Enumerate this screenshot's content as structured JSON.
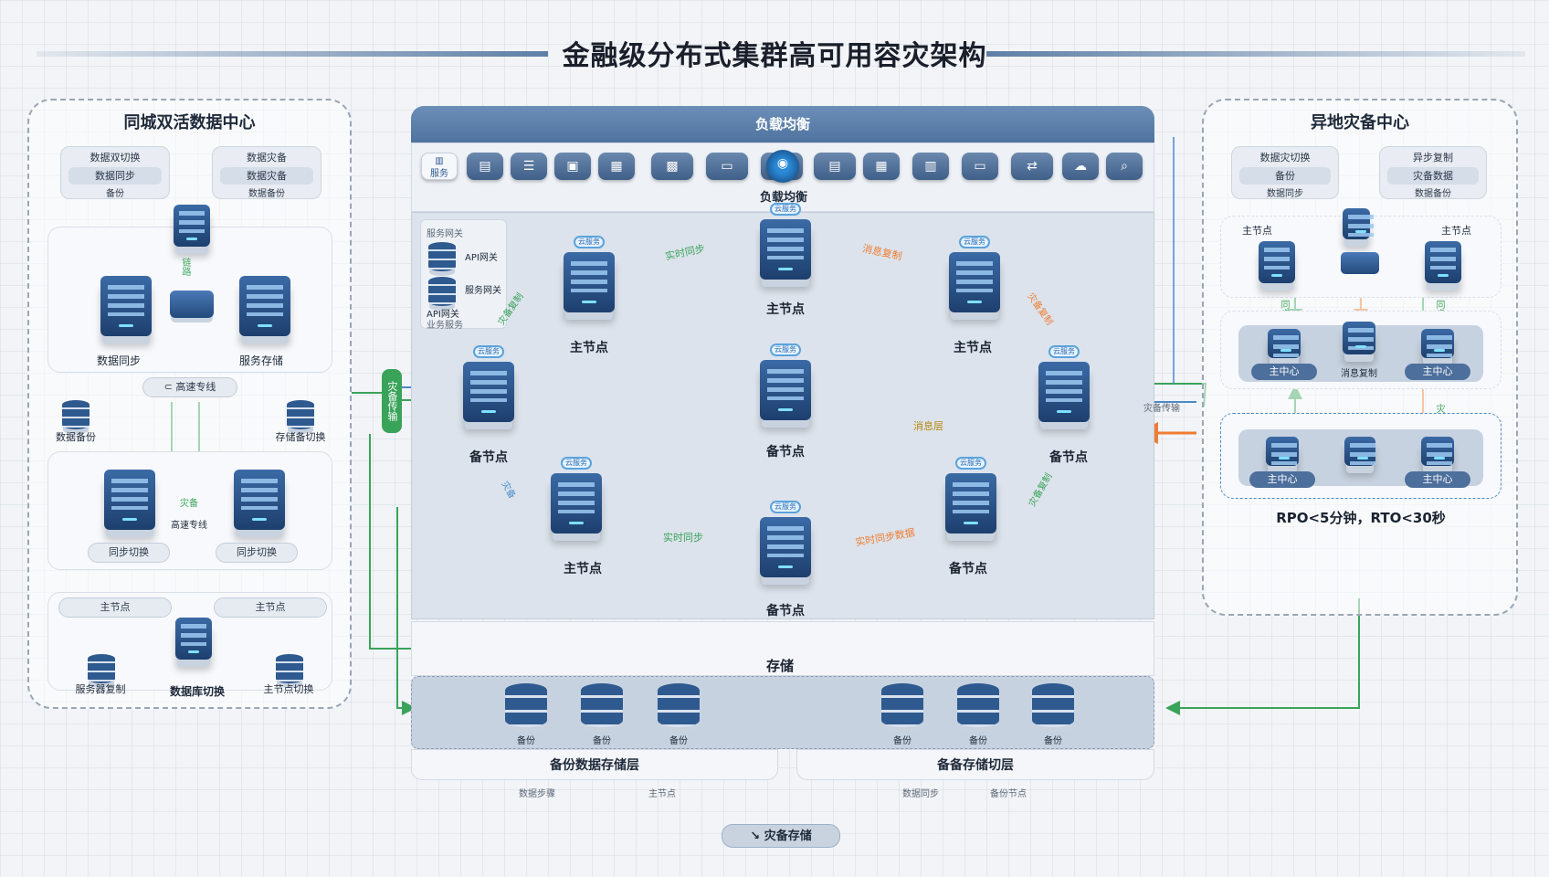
{
  "title": "金融级分布式集群高可用容灾架构",
  "left_panel": {
    "title": "同城双活数据中心",
    "card_a": {
      "title": "数据双切换",
      "sub1": "数据同步",
      "sub2": "备份"
    },
    "card_b": {
      "title": "数据灾备",
      "sub1": "数据灾备",
      "sub2": "数据备份"
    },
    "cluster1": {
      "left": "数据同步",
      "right": "服务存储",
      "link": "链路"
    },
    "dedicated_line": "高速专线",
    "db_left": "数据备份",
    "db_right": "存储备切换",
    "cluster2": {
      "center": "灾备",
      "center_sub": "高速专线",
      "left": "同步切换",
      "right": "同步切换"
    },
    "bottom": {
      "node_a": "主节点",
      "node_b": "主节点",
      "left": "服务器复制",
      "center": "数据库切换",
      "right": "主节点切换"
    }
  },
  "center": {
    "top_title": "负载均衡",
    "icon_first": "服务",
    "lb_label": "负载均衡",
    "api": {
      "title": "服务网关",
      "items": [
        "API网关",
        "服务网关",
        "API网关"
      ],
      "foot": "业务服务"
    },
    "side_tag": "灾备传输",
    "cloud_label": "云服务",
    "nodes": [
      {
        "id": "top",
        "label": "主节点"
      },
      {
        "id": "upper-left",
        "label": "主节点"
      },
      {
        "id": "upper-right",
        "label": "主节点"
      },
      {
        "id": "left",
        "label": "备节点"
      },
      {
        "id": "center",
        "label": "备节点"
      },
      {
        "id": "right",
        "label": "备节点"
      },
      {
        "id": "lower-left",
        "label": "主节点"
      },
      {
        "id": "bottom",
        "label": "备节点"
      },
      {
        "id": "lower-right",
        "label": "备节点"
      }
    ],
    "edge_labels": {
      "sync_top_left": "实时同步",
      "sync_top_right": "消息复制",
      "left_diag": "灾备复制",
      "right_diag": "灾备复制",
      "msg": "消息层",
      "sync_bottom_left": "实时同步",
      "sync_bottom_right": "实时同步数据",
      "lower_left_diag": "灾备",
      "lower_right_diag": "灾备复制"
    },
    "storage_label": "存储",
    "storage_items": [
      "备份",
      "备份",
      "备份",
      "备份",
      "备份",
      "备份"
    ],
    "foot_left": "备份数据存储层",
    "foot_right": "备备存储切层",
    "caption_items": [
      "数据步骤",
      "主节点",
      "数据同步",
      "备份节点"
    ],
    "bottom_pill": "灾备存储"
  },
  "right_panel": {
    "title": "异地灾备中心",
    "card_a": {
      "title": "数据灾切换",
      "sub1": "备份",
      "sub2": "数据同步"
    },
    "card_b": {
      "title": "异步复制",
      "sub1": "灾备数据",
      "sub2": "数据备份"
    },
    "top": {
      "left": "主节点",
      "right": "主节点"
    },
    "mid": {
      "left": "主中心",
      "center": "消息复制",
      "right": "主中心",
      "tag_left": "同步",
      "tag_right": "同步"
    },
    "low": {
      "left": "主中心",
      "right": "主中心",
      "tag": "灾备"
    },
    "side_arrow": "灾备传输",
    "rpo": "RPO<5分钟，RTO<30秒"
  }
}
